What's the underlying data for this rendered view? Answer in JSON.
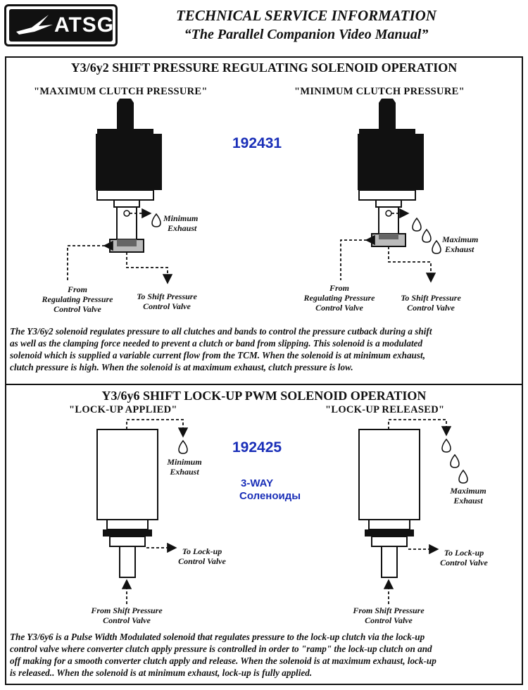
{
  "header": {
    "logo_text": "ATSG",
    "title": "TECHNICAL SERVICE INFORMATION",
    "subtitle": "“The Parallel Companion Video Manual”"
  },
  "section1": {
    "title": "Y3/6y2 SHIFT PRESSURE REGULATING SOLENOID OPERATION",
    "left_heading": "\"MAXIMUM CLUTCH PRESSURE\"",
    "right_heading": "\"MINIMUM CLUTCH PRESSURE\"",
    "part_number": "192431",
    "left_exhaust": [
      "Minimum",
      "Exhaust"
    ],
    "right_exhaust": [
      "Maximum",
      "Exhaust"
    ],
    "from_label": [
      "From",
      "Regulating Pressure",
      "Control Valve"
    ],
    "to_label": [
      "To Shift Pressure",
      "Control Valve"
    ],
    "description": [
      "The Y3/6y2 solenoid regulates pressure to all clutches and bands to control the pressure cutback during a shift",
      "as well as the clamping force needed to prevent a clutch or band from slipping. This solenoid is a modulated",
      "solenoid which is supplied a variable current flow from the TCM. When the solenoid is at minimum exhaust,",
      "clutch pressure is high. When the solenoid is at maximum exhaust, clutch pressure is low."
    ]
  },
  "section2": {
    "title": "Y3/6y6 SHIFT LOCK-UP PWM SOLENOID OPERATION",
    "left_heading": "\"LOCK-UP APPLIED\"",
    "right_heading": "\"LOCK-UP RELEASED\"",
    "part_number": "192425",
    "type_line1": "3-WAY",
    "type_line2": "Соленоиды",
    "left_exhaust": [
      "Minimum",
      "Exhaust"
    ],
    "right_exhaust": [
      "Maximum",
      "Exhaust"
    ],
    "to_label": [
      "To Lock-up",
      "Control Valve"
    ],
    "from_label": [
      "From Shift Pressure",
      "Control Valve"
    ],
    "description": [
      "The Y3/6y6 is a Pulse Width Modulated solenoid that regulates pressure to the lock-up clutch via the lock-up",
      "control valve where converter clutch apply pressure is controlled in order to \"ramp\" the lock-up clutch on and",
      "off making for a smooth converter clutch apply and release. When the solenoid is at maximum exhaust, lock-up",
      "is released.. When the solenoid is at minimum exhaust, lock-up is fully applied."
    ]
  },
  "colors": {
    "accent_blue": "#1a2fb8",
    "ink": "#111111"
  }
}
